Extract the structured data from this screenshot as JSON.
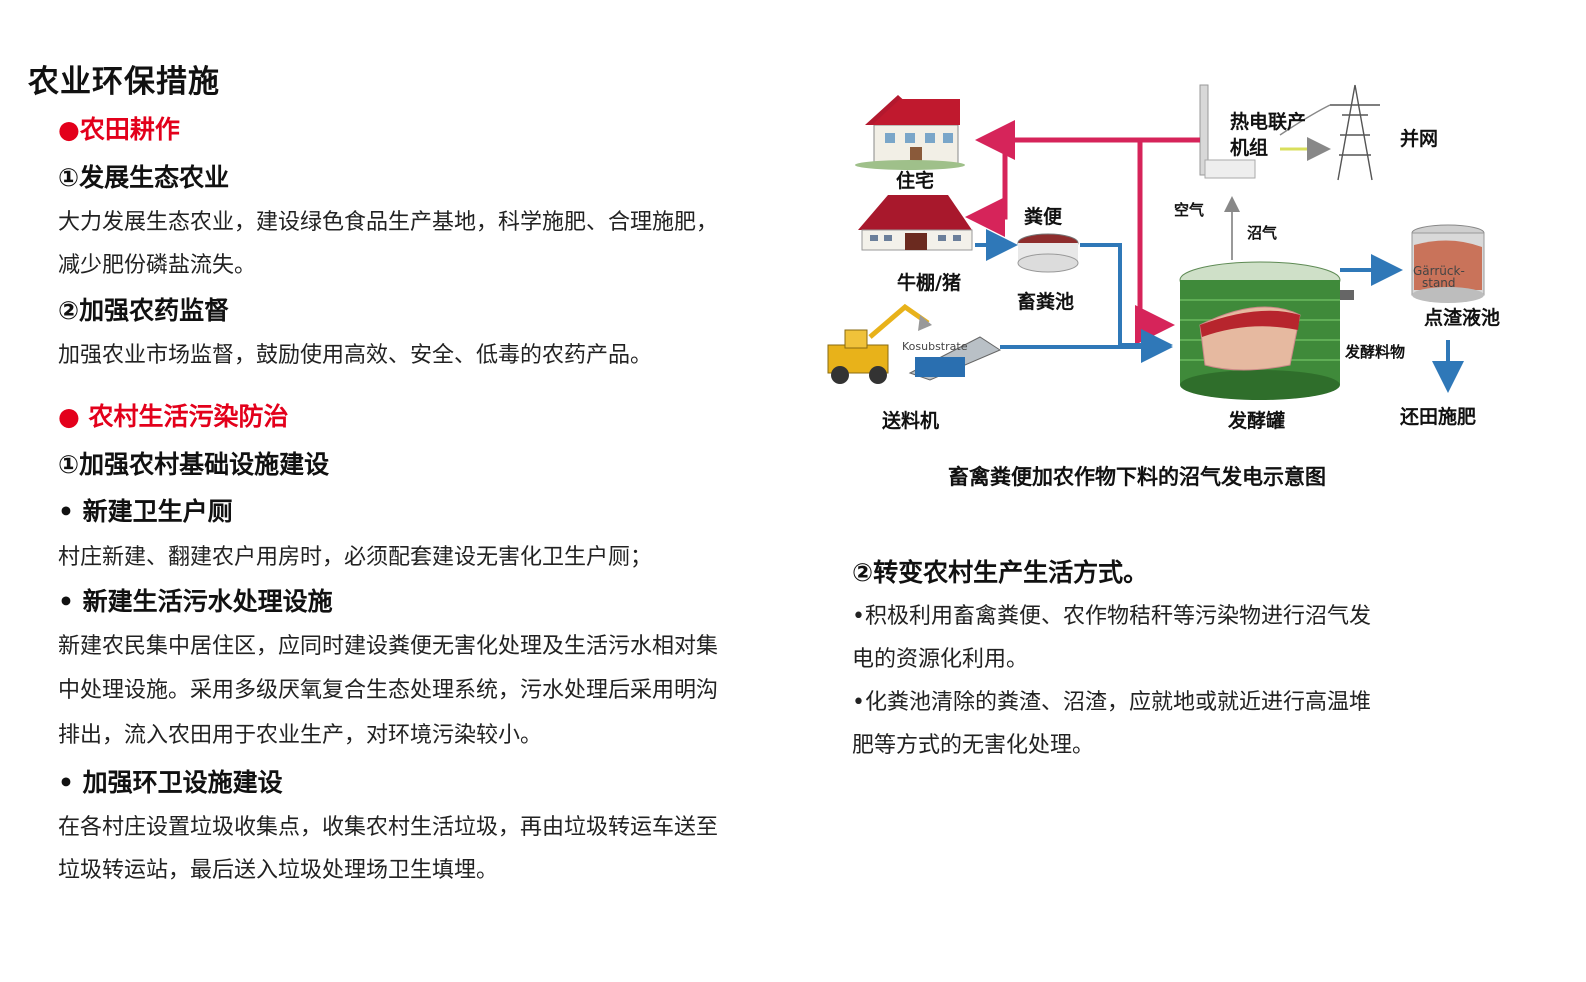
{
  "title": "农业环保措施",
  "left": {
    "section1": "●农田耕作",
    "s1_sub1": "①发展生态农业",
    "s1_sub1_text": [
      "大力发展生态农业，建设绿色食品生产基地，科学施肥、合理施肥，",
      "减少肥份磷盐流失。"
    ],
    "s1_sub2": "②加强农药监督",
    "s1_sub2_text": "加强农业市场监督，鼓励使用高效、安全、低毒的农药产品。",
    "section2": "● 农村生活污染防治",
    "s2_sub1": "①加强农村基础设施建设",
    "b1": "•  新建卫生户厕",
    "b1_text": "村庄新建、翻建农户用房时，必须配套建设无害化卫生户厕；",
    "b2": "• 新建生活污水处理设施",
    "b2_text": [
      "新建农民集中居住区，应同时建设粪便无害化处理及生活污水相对集",
      "中处理设施。采用多级厌氧复合生态处理系统，污水处理后采用明沟",
      "排出，流入农田用于农业生产，对环境污染较小。"
    ],
    "b3": "•  加强环卫设施建设",
    "b3_text": [
      "在各村庄设置垃圾收集点，收集农村生活垃圾，再由垃圾转运车送至",
      "垃圾转运站，最后送入垃圾处理场卫生填埋。"
    ]
  },
  "diagram": {
    "house": "住宅",
    "barn": "牛棚/猪",
    "manure": "粪便",
    "manure_pit": "畜粪池",
    "feeder": "送料机",
    "kosubstrate": "Kosubstrate",
    "chp_line1": "热电联产",
    "chp_line2": "机组",
    "grid": "并网",
    "air": "空气",
    "biogas": "沼气",
    "ferment_material": "发酵料物",
    "fermenter": "发酵罐",
    "residue_tank": "点渣液池",
    "gaerrest_line1": "Gärrück-",
    "gaerrest_line2": "stand",
    "field": "还田施肥",
    "caption": "畜禽粪便加农作物下料的沼气发电示意图"
  },
  "right": {
    "sub": "②转变农村生产生活方式。",
    "text": [
      "•积极利用畜禽粪便、农作物秸秆等污染物进行沼气发",
      "电的资源化利用。",
      "•化粪池清除的粪渣、沼渣，应就地或就近进行高温堆",
      "肥等方式的无害化处理。"
    ]
  },
  "colors": {
    "red": "#e3001b",
    "arrow_red": "#d6245a",
    "arrow_blue": "#2f78b8",
    "tank_green": "#3f8a3a"
  }
}
